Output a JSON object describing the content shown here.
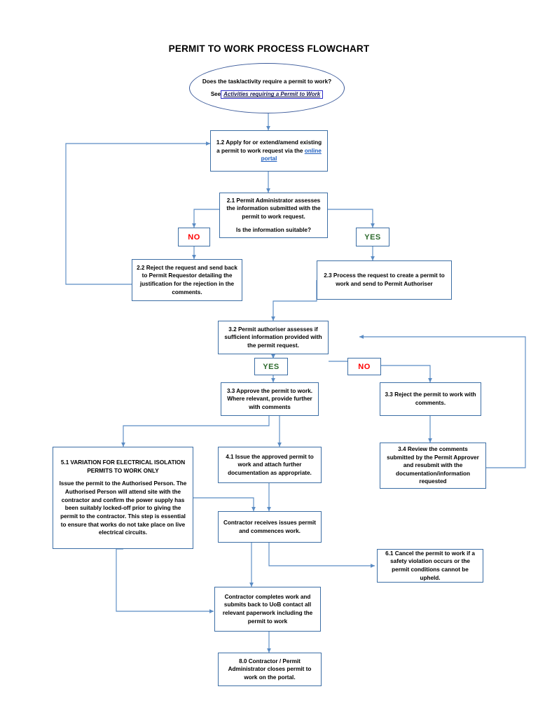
{
  "page": {
    "title": "PERMIT TO WORK PROCESS FLOWCHART"
  },
  "colors": {
    "node_border": "#3c6ea5",
    "connector": "#5b8cc4",
    "yes_text": "#2f6b2f",
    "no_text": "#ff0000",
    "hyperlink": "#1f5fbf",
    "boxed_link_border": "#2c2cc8",
    "background": "#ffffff"
  },
  "nodes": {
    "start": {
      "shape": "terminator",
      "line1": "Does the task/activity require a permit to work?",
      "see_prefix": "See",
      "see_link": "Activities requiring a Permit to Work"
    },
    "apply": {
      "text_before": "1.2 Apply for or extend/amend existing  a permit to work request via the ",
      "link": "online portal"
    },
    "assess": {
      "line1": "2.1 Permit Administrator assesses the information submitted with the permit to work request.",
      "line2": "Is the information suitable?"
    },
    "reject_2_2": {
      "text": "2.2 Reject the request and send back to Permit Requestor detailing the justification for the rejection in the comments."
    },
    "process_2_3": {
      "text": "2.3 Process the request to create a permit to work and send to Permit Authoriser"
    },
    "authoriser_3_2": {
      "text": "3.2 Permit authoriser assesses if sufficient information provided with the permit request."
    },
    "approve_3_3": {
      "text": "3.3 Approve the permit to work. Where relevant, provide further with comments"
    },
    "reject_3_3": {
      "text": "3.3 Reject the permit to work with comments."
    },
    "review_3_4": {
      "text": "3.4 Review the comments submitted by the Permit Approver and resubmit with the documentation/information requested"
    },
    "variation_5_1": {
      "heading": "5.1 VARIATION FOR ELECTRICAL ISOLATION PERMITS TO WORK ONLY",
      "body": "Issue the permit to the Authorised Person.  The Authorised Person will attend site with the contractor and confirm the power supply has been suitably locked-off prior to giving the permit to the contractor.  This step is essential to ensure that works do not take place on live electrical circuits."
    },
    "issue_4_1": {
      "text": "4.1 Issue the approved permit to work and attach further documentation as appropriate."
    },
    "contractor_receives": {
      "text": "Contractor receives issues permit and commences work."
    },
    "cancel_6_1": {
      "text": "6.1 Cancel the permit to work if a safety violation occurs or the permit conditions cannot be upheld."
    },
    "contractor_completes": {
      "text": "Contractor completes work and submits back to UoB contact all relevant paperwork including the permit to work"
    },
    "close_8_0": {
      "text": "8.0 Contractor / Permit Administrator closes permit to work on the portal."
    }
  },
  "decision_labels": {
    "no_2_1": "NO",
    "yes_2_1": "YES",
    "yes_3_2": "YES",
    "no_3_2": "NO"
  }
}
